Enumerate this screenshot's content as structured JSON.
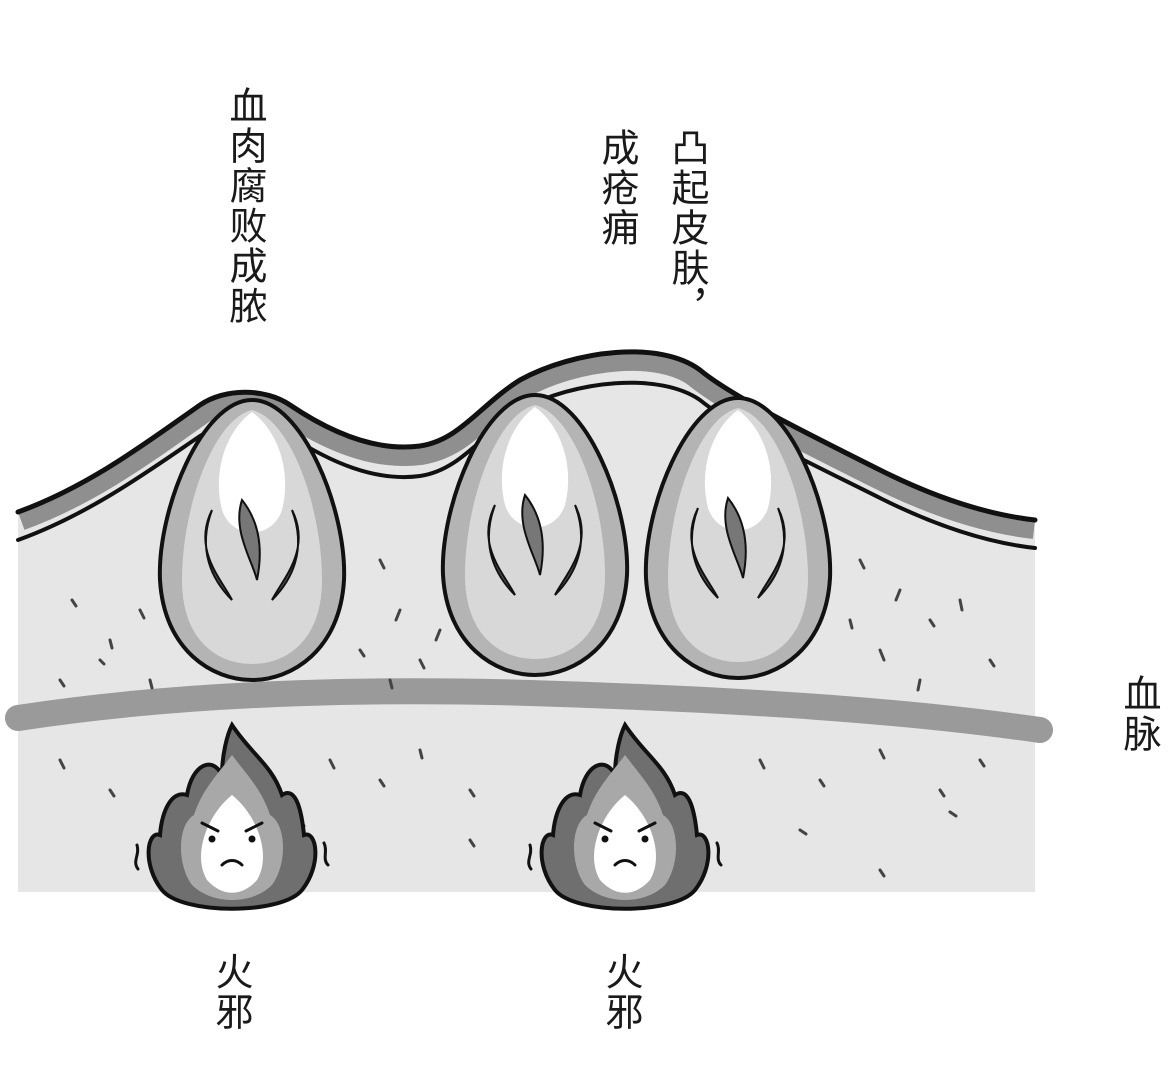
{
  "labels": {
    "pus": "血肉腐败成脓",
    "skin_line1": "凸起皮肤，",
    "skin_line2": "成疮痈",
    "vessel": "血脉",
    "fire_left": "火邪",
    "fire_right": "火邪"
  },
  "colors": {
    "tissue": "#e6e6e6",
    "skin_band": "#8f8f8f",
    "outline": "#111111",
    "vessel": "#9a9a9a",
    "pustule_outer": "#b4b4b4",
    "pustule_inner": "#d8d8d8",
    "flame_dark": "#6f6f6f",
    "flame_mid": "#a8a8a8"
  }
}
